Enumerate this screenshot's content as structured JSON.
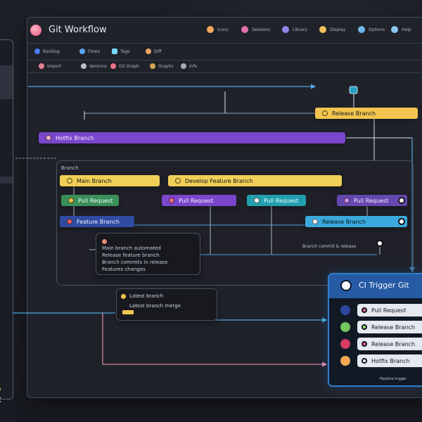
{
  "app": {
    "title": "Git Workflow"
  },
  "menu": {
    "items": [
      {
        "label": "Icons",
        "color": "#f4a85c"
      },
      {
        "label": "Sessions",
        "color": "#e36fae"
      },
      {
        "label": "Library",
        "color": "#8f86e8"
      },
      {
        "label": "Display",
        "color": "#f0c15d"
      },
      {
        "label": "Options",
        "color": "#6eb6ea"
      },
      {
        "label": "Help",
        "color": "#89c8ef"
      }
    ]
  },
  "toolbar": {
    "items": [
      {
        "label": "Backlog",
        "icon": "circle-icon",
        "color": "#4d7cff"
      },
      {
        "label": "Flows",
        "icon": "loop-icon",
        "color": "#56a6f3"
      },
      {
        "label": "Tags",
        "icon": "tag-icon",
        "color": "#79d8ff"
      },
      {
        "label": "Diff",
        "icon": "diff-icon",
        "color": "#f0a55e"
      }
    ]
  },
  "subtool": {
    "items": [
      {
        "label": "Import",
        "color": "#e47f93"
      },
      {
        "label": "Versions",
        "color": "#bbbfcc"
      },
      {
        "label": "Git Graph",
        "color": "#e8758a"
      },
      {
        "label": "Graphs",
        "color": "#d8a44f"
      },
      {
        "label": "Info",
        "color": "#a6abb9"
      }
    ]
  },
  "diagram": {
    "nodes": {
      "release_top": {
        "label": "Release Branch",
        "color": "#f1c54f"
      },
      "hotfix": {
        "label": "Hotfix Branch",
        "color": "#7a46cb"
      },
      "main_branch": {
        "label": "Main Branch",
        "color": "#f0cf57"
      },
      "develop_branch": {
        "label": "Develop Feature Branch",
        "color": "#f0cf57"
      },
      "pull_request_1": {
        "label": "Pull Request",
        "color": "#3b8f5a"
      },
      "pull_request_2": {
        "label": "Pull Request",
        "color": "#7a46cb"
      },
      "pull_request_3": {
        "label": "Pull Request",
        "color": "#219fae"
      },
      "pull_request_4": {
        "label": "Pull Request",
        "color": "#6547b0"
      },
      "feature_branch": {
        "label": "Feature Branch",
        "color": "#2f4ca2"
      },
      "release_branch_2": {
        "label": "Release Branch",
        "color": "#3ba9db"
      }
    },
    "labels": {
      "branch_group": "Branch",
      "small_annotation": "Branch commit & release"
    },
    "info_card": {
      "lines": [
        "Main branch automated",
        "Release feature branch",
        "Branch commits in release",
        "Features changes"
      ]
    },
    "latest_card": {
      "title": "Latest branch",
      "subtitle": "Latest branch merge"
    }
  },
  "trigger": {
    "title": "CI Trigger Git",
    "rows": [
      {
        "label": "Pull Request",
        "color": "#2e469d"
      },
      {
        "label": "Release Branch",
        "color": "#74c65d"
      },
      {
        "label": "Release Branch",
        "color": "#d73c64"
      },
      {
        "label": "Hotfix Branch",
        "color": "#f2a852"
      }
    ],
    "footer": "Pipeline trigger"
  }
}
